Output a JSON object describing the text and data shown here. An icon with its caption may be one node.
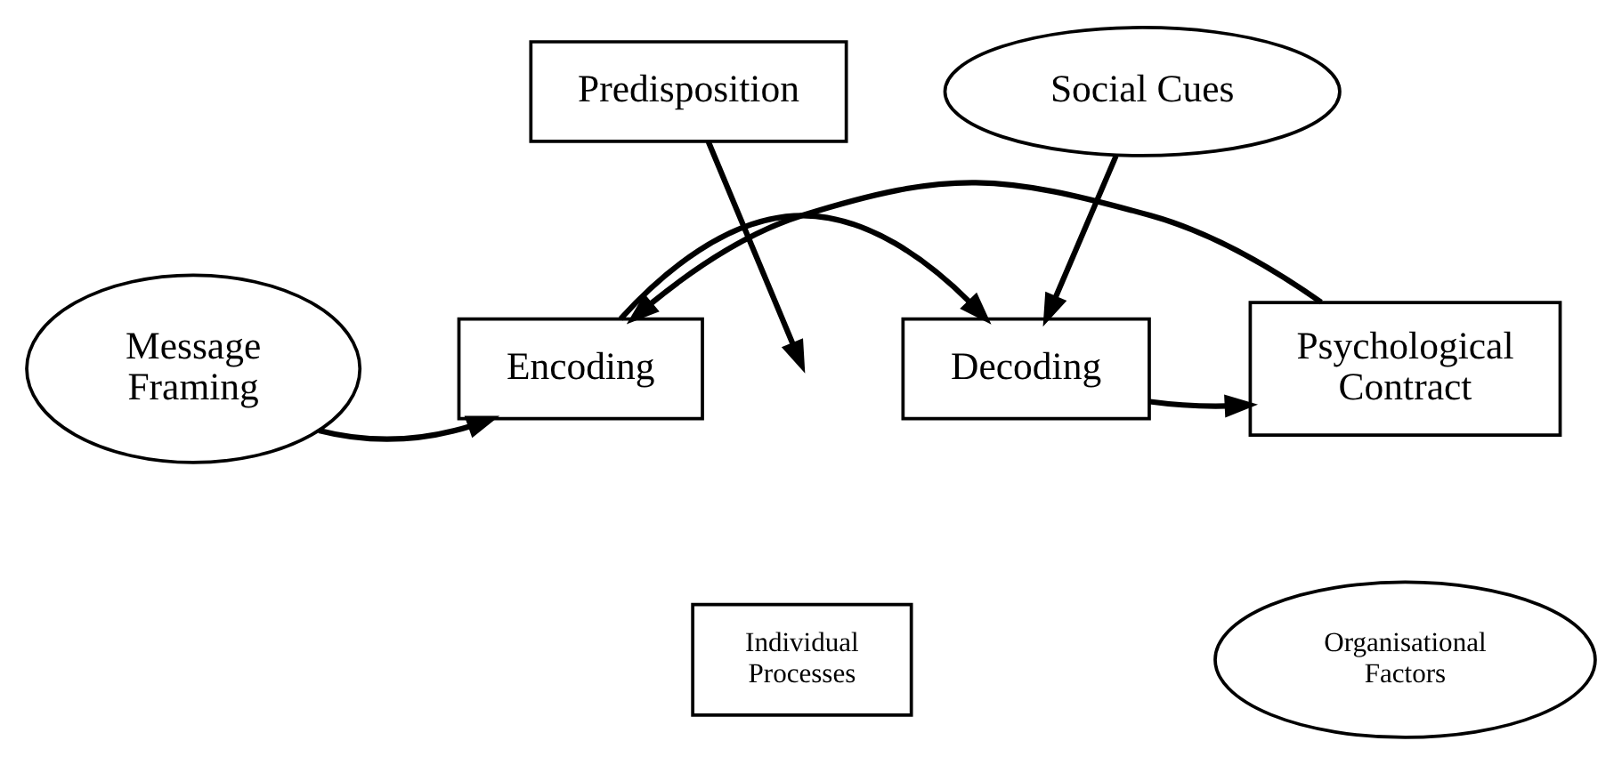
{
  "diagram": {
    "nodes": [
      {
        "text": [
          "Message Framing"
        ]
      },
      {
        "text": [
          "Predisposition"
        ]
      },
      {
        "text": [
          "Social Cues"
        ]
      },
      {
        "text": [
          "Encoding"
        ]
      },
      {
        "text": [
          "Decoding"
        ]
      },
      {
        "text": [
          "Psychological Contract"
        ]
      },
      {
        "text": [
          "Individual Processes"
        ]
      },
      {
        "text": [
          "Organisational Factors"
        ]
      }
    ],
    "edges": [
      {
        "from": 0,
        "to": 3,
        "arrow": "to"
      },
      {
        "from": 3,
        "to": 4,
        "arrow": "to"
      },
      {
        "from": 4,
        "to": 5,
        "arrow": "to"
      },
      {
        "from": 5,
        "to": 3,
        "arrow": "to"
      },
      {
        "from": 1,
        "to": null,
        "arrow": "to"
      },
      {
        "from": 2,
        "to": 4,
        "arrow": "to"
      }
    ]
  }
}
